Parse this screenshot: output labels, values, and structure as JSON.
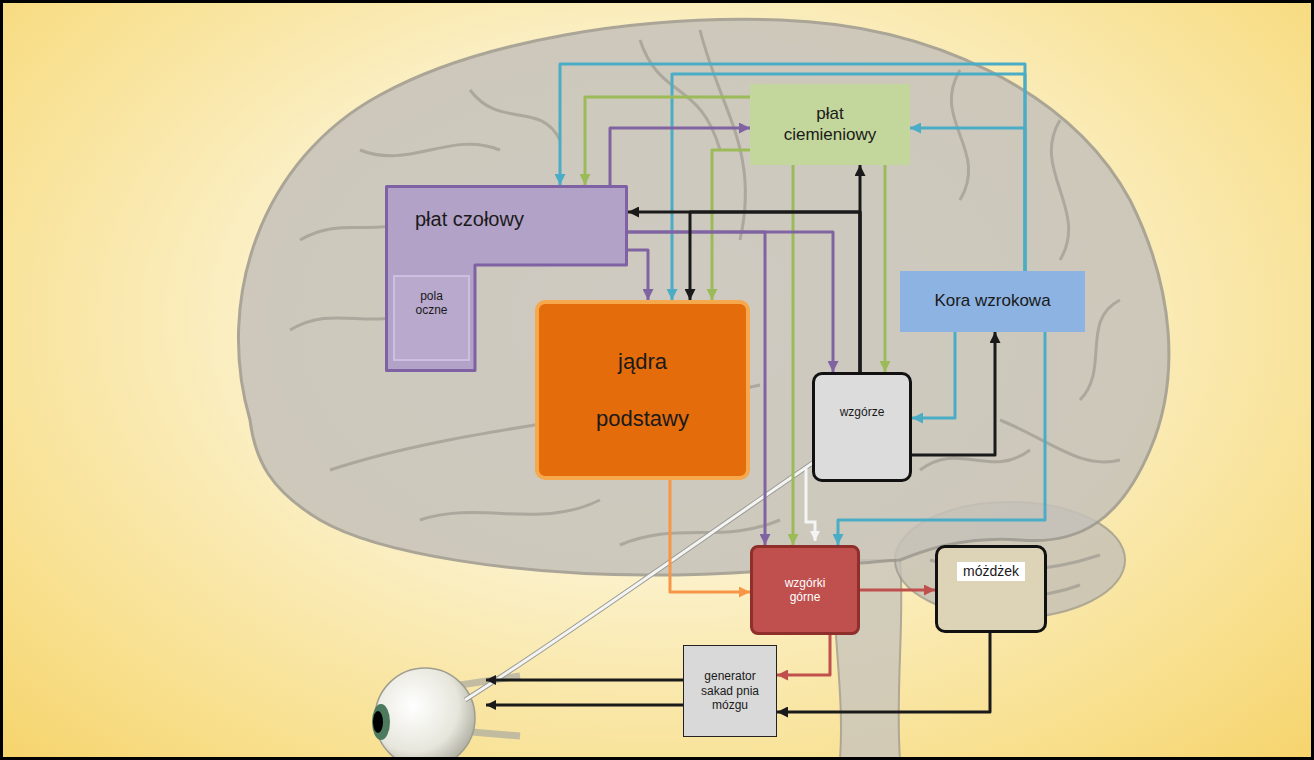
{
  "diagram": {
    "nodes": [
      {
        "text": [
          "płat ciemieniowy"
        ]
      },
      {
        "text": [
          "płat czołowy"
        ]
      },
      {
        "text": [
          "pola oczne"
        ],
        "in": 1
      },
      {
        "text": [
          "Kora wzrokowa"
        ]
      },
      {
        "text": [
          "jądra podstawy"
        ]
      },
      {
        "text": [
          "wzgórze"
        ]
      },
      {
        "text": [
          "wzgórki górne"
        ]
      },
      {
        "text": [
          "móżdżek"
        ]
      },
      {
        "text": [
          "generator sakad pnia mózgu"
        ]
      }
    ],
    "edges": [
      {
        "from": 3,
        "to": 1,
        "arrow": "to"
      },
      {
        "from": 3,
        "to": 4,
        "arrow": "to"
      },
      {
        "from": 3,
        "to": 0,
        "arrow": "to"
      },
      {
        "from": 3,
        "to": 5,
        "arrow": "to"
      },
      {
        "from": 3,
        "to": 6,
        "arrow": "to"
      },
      {
        "from": 0,
        "to": 1,
        "arrow": "to"
      },
      {
        "from": 0,
        "to": 4,
        "arrow": "to"
      },
      {
        "from": 0,
        "to": 6,
        "arrow": "to"
      },
      {
        "from": 0,
        "to": 5,
        "arrow": "to"
      },
      {
        "from": 1,
        "to": 0,
        "arrow": "to"
      },
      {
        "from": 1,
        "to": 4,
        "arrow": "to"
      },
      {
        "from": 1,
        "to": 5,
        "arrow": "to"
      },
      {
        "from": 1,
        "to": 6,
        "arrow": "to"
      },
      {
        "from": 5,
        "to": 0,
        "arrow": "to"
      },
      {
        "from": 5,
        "to": 1,
        "arrow": "to"
      },
      {
        "from": 5,
        "to": 4,
        "arrow": "to"
      },
      {
        "from": 5,
        "to": 3,
        "arrow": "to"
      },
      {
        "from": 4,
        "to": 6,
        "arrow": "to"
      },
      {
        "from": 6,
        "to": 7,
        "arrow": "to"
      },
      {
        "from": 6,
        "to": 8,
        "arrow": "to"
      },
      {
        "from": 7,
        "to": 8,
        "arrow": "to"
      }
    ]
  }
}
